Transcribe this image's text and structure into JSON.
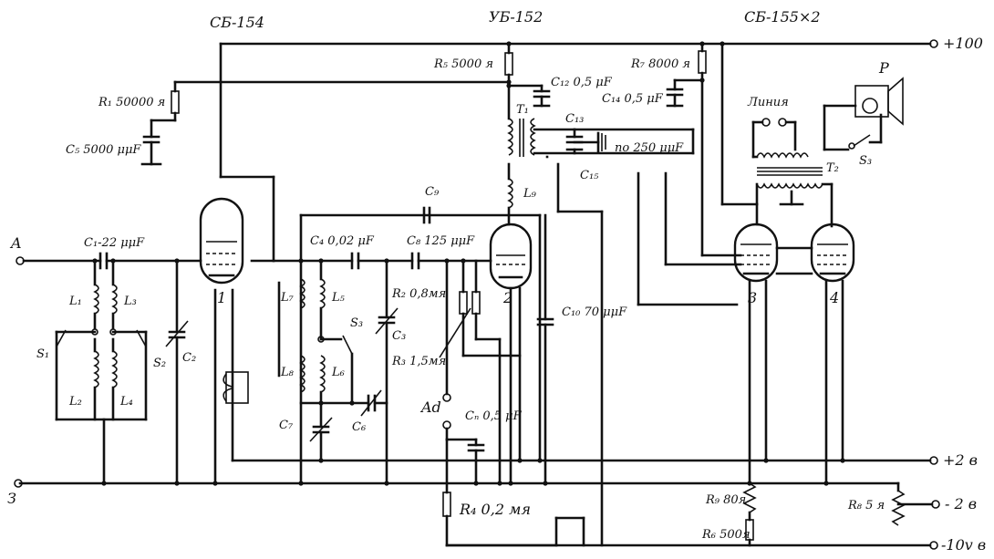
{
  "tubes": {
    "t1": {
      "type": "СБ-154",
      "number": "1"
    },
    "t2": {
      "type": "УБ-152",
      "number": "2"
    },
    "t3": {
      "type": "СБ-155×2",
      "number": "3"
    },
    "t4": {
      "number": "4"
    }
  },
  "terminals": {
    "antenna": "A",
    "ground": "З",
    "ad": "Ad",
    "plus100": "+100",
    "plus2": "+2 в",
    "minus2": "- 2 в",
    "minus10": "-10v в"
  },
  "components": {
    "r1": "R₁ 50000 я",
    "r2": "R₂ 0,8мя",
    "r3": "R₃ 1,5мя",
    "r4": "R₄ 0,2 мя",
    "r5": "R₅ 5000 я",
    "r6": "R₆ 500я",
    "r7": "R₇ 8000 я",
    "r8": "R₈ 5 я",
    "r9": "R₉ 80я",
    "c1": "C₁-22 μμF",
    "c2": "C₂",
    "c3": "C₃",
    "c4": "C₄ 0,02 μF",
    "c5": "C₅ 5000 μμF",
    "c6": "C₆",
    "c7": "C₇",
    "c8": "C₈ 125 μμF",
    "c9": "C₉",
    "c10": "C₁₀ 70 μμF",
    "c11": "Cₙ 0,5 μF",
    "c12": "C₁₂ 0,5 μF",
    "c13": "C₁₃",
    "c14": "C₁₄ 0,5 μF",
    "c15": "C₁₅",
    "c13_15_value": "по 250 μμF",
    "l1": "L₁",
    "l2": "L₂",
    "l3": "L₃",
    "l4": "L₄",
    "l5": "L₅",
    "l6": "L₆",
    "l7": "L₇",
    "l8": "L₈",
    "l9": "L₉",
    "s1": "S₁",
    "s2": "S₂",
    "s3": "S₃",
    "s3b": "S₃",
    "t1_tr": "T₁",
    "t2_tr": "T₂",
    "line": "Линия",
    "speaker": "P"
  }
}
